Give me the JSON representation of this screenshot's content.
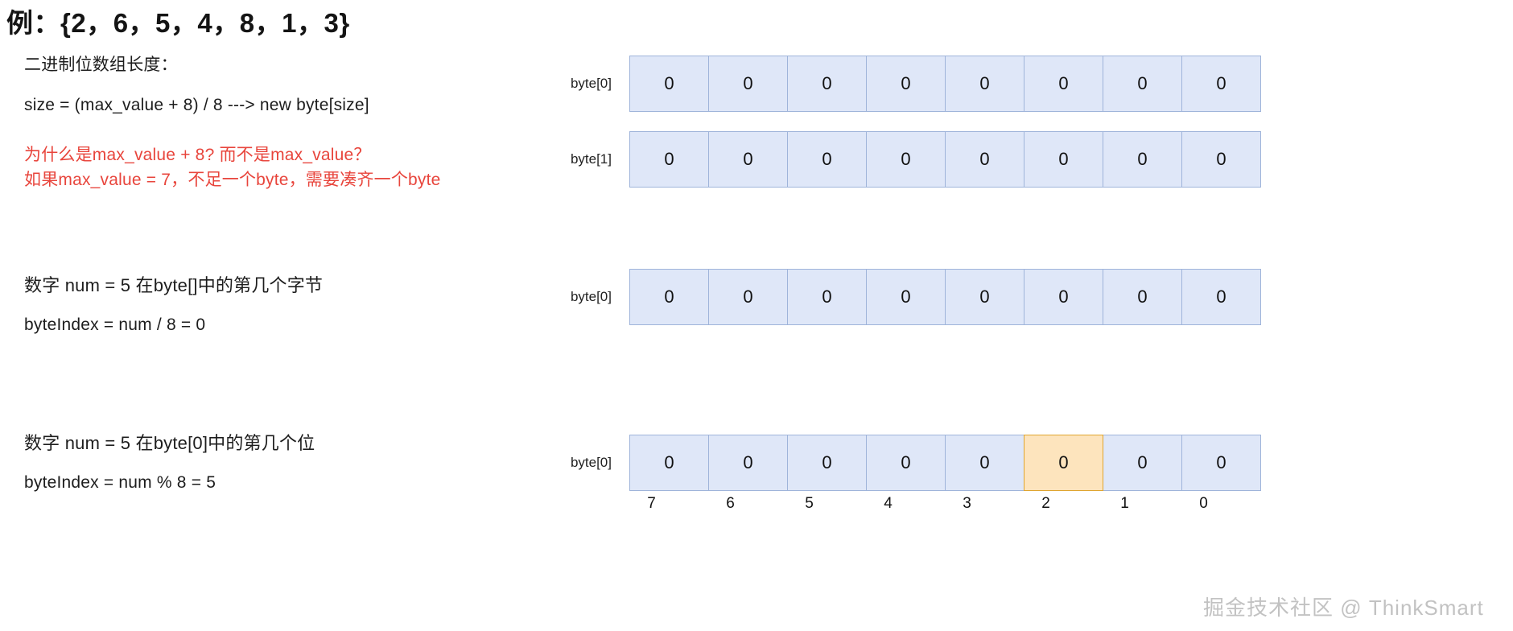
{
  "slide": {
    "title": "例：{2，6，5，4，8，1，3}",
    "watermark": "掘金技术社区 @ ThinkSmart"
  },
  "section_length": {
    "heading": "二进制位数组长度：",
    "formula": "size = (max_value + 8) / 8   --->   new byte[size]",
    "note_color": "#e8453c",
    "note_line1": "为什么是max_value + 8? 而不是max_value？",
    "note_line2": "如果max_value = 7，不足一个byte，需要凑齐一个byte"
  },
  "section_byte_index": {
    "question": "数字 num = 5 在byte[]中的第几个字节",
    "answer": "byteIndex = num / 8 = 0"
  },
  "section_bit_index": {
    "question": "数字 num = 5 在byte[0]中的第几个位",
    "answer": "byteIndex = num % 8 = 5"
  },
  "diagram": {
    "cell_fill": "#dfe7f8",
    "cell_border": "#9fb4da",
    "highlight_fill": "#fde4bd",
    "highlight_border": "#dfa530",
    "rows": [
      {
        "label": "byte[0]",
        "cells": [
          "0",
          "0",
          "0",
          "0",
          "0",
          "0",
          "0",
          "0"
        ],
        "highlight_index": -1
      },
      {
        "label": "byte[1]",
        "cells": [
          "0",
          "0",
          "0",
          "0",
          "0",
          "0",
          "0",
          "0"
        ],
        "highlight_index": -1
      },
      {
        "label": "byte[0]",
        "cells": [
          "0",
          "0",
          "0",
          "0",
          "0",
          "0",
          "0",
          "0"
        ],
        "highlight_index": -1
      },
      {
        "label": "byte[0]",
        "cells": [
          "0",
          "0",
          "0",
          "0",
          "0",
          "0",
          "0",
          "0"
        ],
        "highlight_index": 5
      }
    ],
    "bit_ruler": [
      "7",
      "6",
      "5",
      "4",
      "3",
      "2",
      "1",
      "0"
    ]
  }
}
